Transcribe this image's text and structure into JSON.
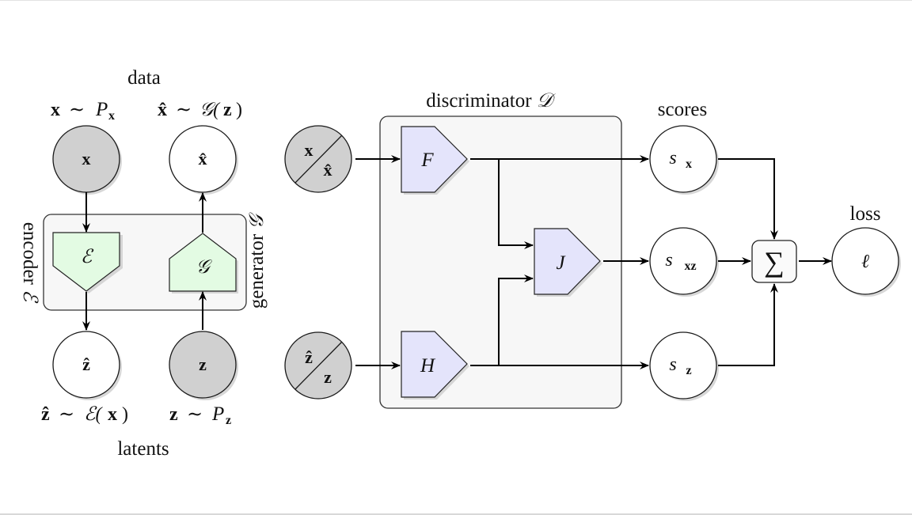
{
  "colors": {
    "observed_node": "#d0d0d0",
    "latent_node": "#ffffff",
    "enc_gen_block": "#e3fbe3",
    "disc_block": "#e4e4fb",
    "group_box": "#f7f7f7"
  },
  "labels": {
    "data": "data",
    "latents": "latents",
    "scores": "scores",
    "loss": "loss",
    "discriminator": "discriminator",
    "discriminator_symbol": "𝒟",
    "encoder": "encoder",
    "encoder_symbol": "ℰ",
    "generator": "generator",
    "generator_symbol": "𝒢"
  },
  "formulas": {
    "x_dist_lhs": "x",
    "x_dist_sym": "∼",
    "x_dist_rhs": "P",
    "x_dist_sub": "x",
    "xhat_dist_lhs": "x̂",
    "xhat_dist_sym": "∼",
    "xhat_dist_rhs": "𝒢(",
    "xhat_dist_arg": "z",
    "xhat_dist_close": ")",
    "zhat_dist_lhs": "ẑ",
    "zhat_dist_sym": "∼",
    "zhat_dist_rhs": "ℰ(",
    "zhat_dist_arg": "x",
    "zhat_dist_close": ")",
    "z_dist_lhs": "z",
    "z_dist_sym": "∼",
    "z_dist_rhs": "P",
    "z_dist_sub": "z"
  },
  "nodes": {
    "x": "x",
    "x_hat": "x̂",
    "z_hat": "ẑ",
    "z": "z",
    "input_x_top": "x",
    "input_x_bottom": "x̂",
    "input_z_top": "ẑ",
    "input_z_bottom": "z",
    "encoder_block": "ℰ",
    "generator_block": "𝒢",
    "F": "F",
    "H": "H",
    "J": "J",
    "s_x_base": "s",
    "s_x_sub": "x",
    "s_xz_base": "s",
    "s_xz_sub": "xz",
    "s_z_base": "s",
    "s_z_sub": "z",
    "sum": "∑",
    "loss": "ℓ"
  }
}
